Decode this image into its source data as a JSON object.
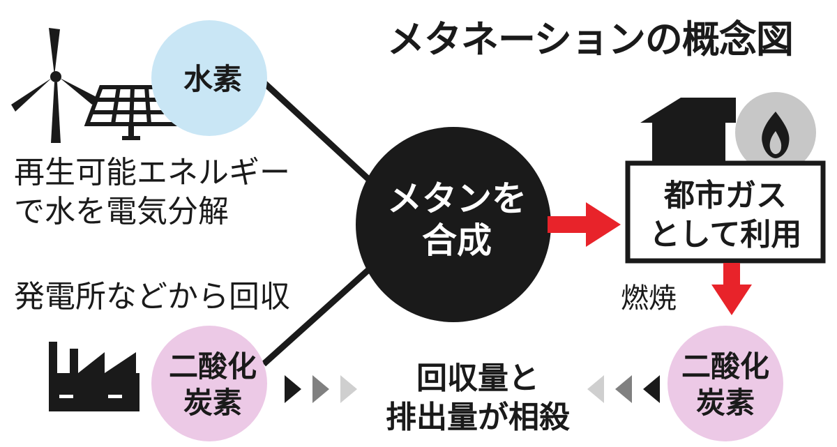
{
  "title": "メタネーションの概念図",
  "nodes": {
    "hydrogen": {
      "label": "水素",
      "caption": "再生可能エネルギー\nで水を電気分解"
    },
    "co2_source": {
      "label": "二酸化\n炭素",
      "caption": "発電所などから回収"
    },
    "methane": {
      "label": "メタンを\n合成"
    },
    "city_gas": {
      "label": "都市ガス\nとして利用"
    },
    "co2_emitted": {
      "label": "二酸化\n炭素"
    },
    "offset": {
      "label": "回収量と\n排出量が相殺"
    }
  },
  "edges": {
    "combustion_label": "燃焼"
  },
  "icons": [
    "wind-turbine-icon",
    "solar-panel-icon",
    "factory-icon",
    "house-icon",
    "flame-icon"
  ],
  "colors": {
    "hydrogen_circle": "#c9e6f5",
    "co2_circle": "#ecc9e6",
    "methane_circle": "#1a1a1a",
    "arrow_red": "#e8232a",
    "flame_circle": "#c7c7c7",
    "chevron_dark": "#1a1a1a",
    "chevron_mid": "#808080",
    "chevron_light": "#cfcfcf"
  }
}
